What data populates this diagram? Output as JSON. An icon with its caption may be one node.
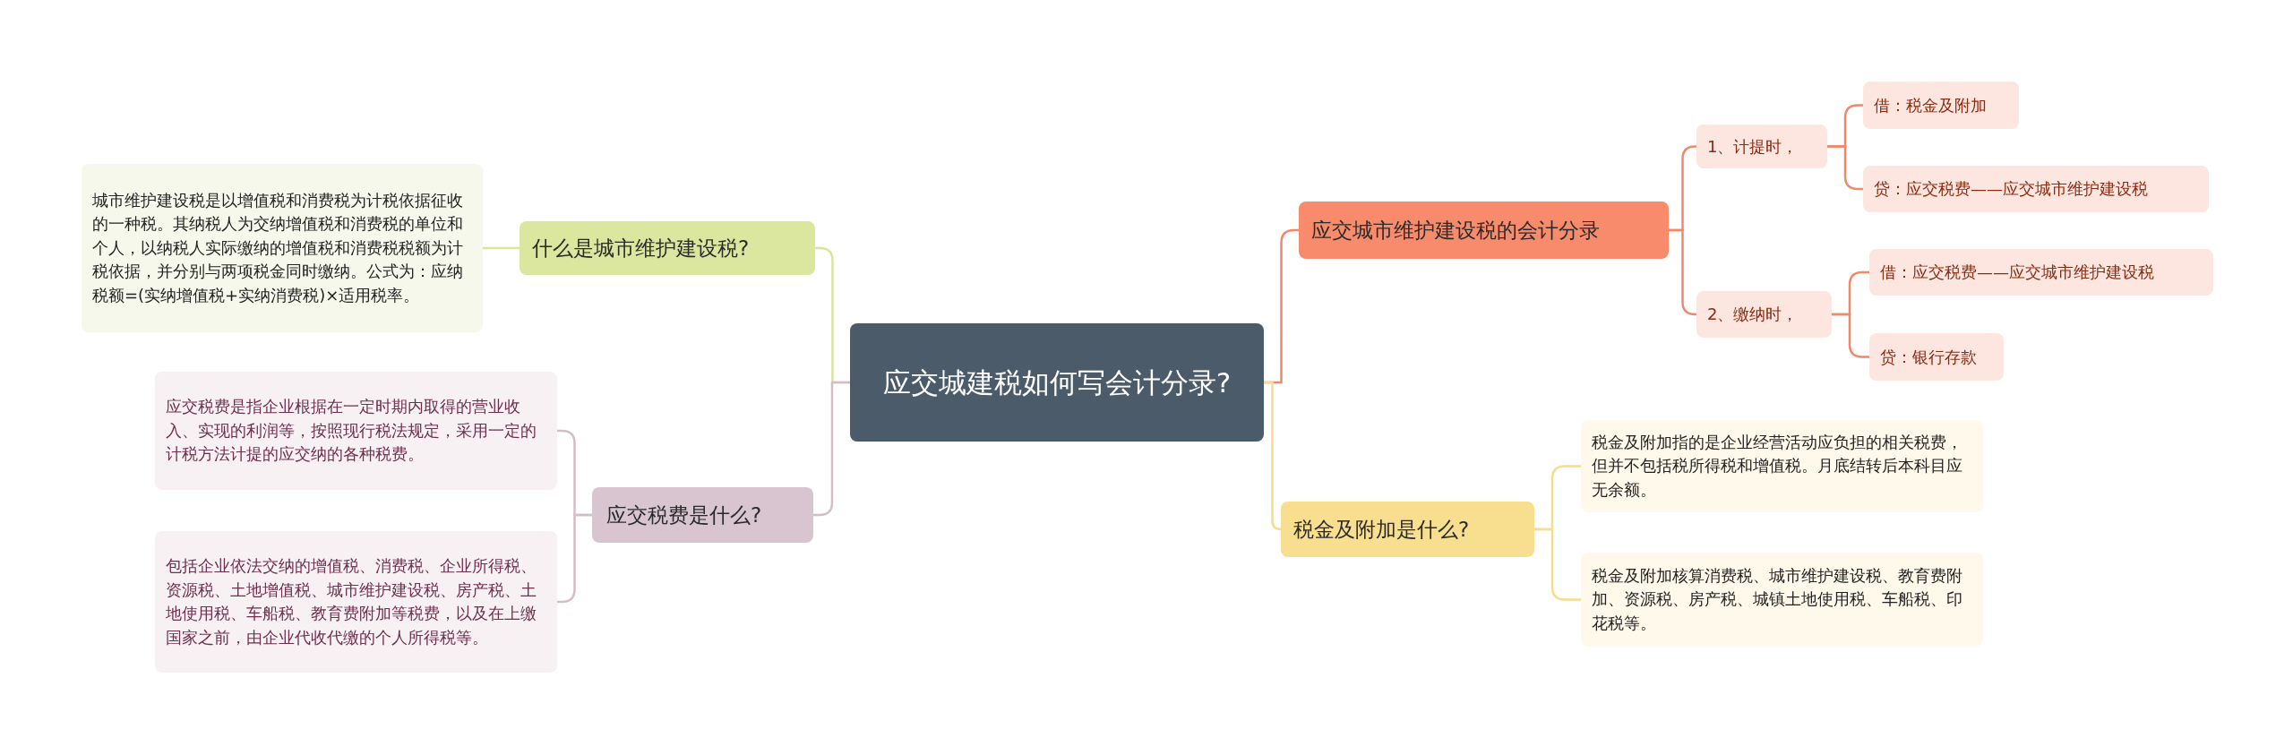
{
  "diagram": {
    "nodes": [
      {
        "text": [
          "应交城建税如何写会计分录?"
        ]
      },
      {
        "text": [
          "什么是城市维护建设税?"
        ]
      },
      {
        "text": [
          "城市维护建设税是以增值税和消费税为计税依据征收的一种税。其纳税人为交纳增值税和消费税的单位和个人，以纳税人实际缴纳的增值税和消费税税额为计税依据，并分别与两项税金同时缴纳。公式为：应纳税额=(实纳增值税+实纳消费税)×适用税率。"
        ]
      },
      {
        "text": [
          "应交税费是什么?"
        ]
      },
      {
        "text": [
          "应交税费是指企业根据在一定时期内取得的营业收入、实现的利润等，按照现行税法规定，采用一定的计税方法计提的应交纳的各种税费。"
        ]
      },
      {
        "text": [
          "包括企业依法交纳的增值税、消费税、企业所得税、资源税、土地增值税、城市维护建设税、房产税、土地使用税、车船税、教育费附加等税费，以及在上缴国家之前，由企业代收代缴的个人所得税等。"
        ]
      },
      {
        "text": [
          "应交城市维护建设税的会计分录"
        ]
      },
      {
        "text": [
          "1、计提时，"
        ]
      },
      {
        "text": [
          "借：税金及附加"
        ]
      },
      {
        "text": [
          "贷：应交税费——应交城市维护建设税"
        ]
      },
      {
        "text": [
          "2、缴纳时，"
        ]
      },
      {
        "text": [
          "借：应交税费——应交城市维护建设税"
        ]
      },
      {
        "text": [
          "贷：银行存款"
        ]
      },
      {
        "text": [
          "税金及附加是什么?"
        ]
      },
      {
        "text": [
          "税金及附加指的是企业经营活动应负担的相关税费，但并不包括税所得税和增值税。月底结转后本科目应无余额。"
        ]
      },
      {
        "text": [
          "税金及附加核算消费税、城市维护建设税、教育费附加、资源税、房产税、城镇土地使用税、车船税、印花税等。"
        ]
      }
    ],
    "edges": [
      {
        "from": 0,
        "to": 1,
        "arrow": "none",
        "color": "#d9e59f"
      },
      {
        "from": 1,
        "to": 2,
        "arrow": "none",
        "color": "#d9e59f"
      },
      {
        "from": 0,
        "to": 3,
        "arrow": "none",
        "color": "#d2bec8"
      },
      {
        "from": 3,
        "to": 4,
        "arrow": "none",
        "color": "#d2bec8"
      },
      {
        "from": 3,
        "to": 5,
        "arrow": "none",
        "color": "#d2bec8"
      },
      {
        "from": 0,
        "to": 6,
        "arrow": "none",
        "color": "#f0896b"
      },
      {
        "from": 6,
        "to": 7,
        "arrow": "none",
        "color": "#f0896b"
      },
      {
        "from": 7,
        "to": 8,
        "arrow": "none",
        "color": "#f0896b"
      },
      {
        "from": 7,
        "to": 9,
        "arrow": "none",
        "color": "#f0896b"
      },
      {
        "from": 6,
        "to": 10,
        "arrow": "none",
        "color": "#f0896b"
      },
      {
        "from": 10,
        "to": 11,
        "arrow": "none",
        "color": "#f0896b"
      },
      {
        "from": 10,
        "to": 12,
        "arrow": "none",
        "color": "#f0896b"
      },
      {
        "from": 0,
        "to": 13,
        "arrow": "none",
        "color": "#f6dc8c"
      },
      {
        "from": 13,
        "to": 14,
        "arrow": "none",
        "color": "#f6dc8c"
      },
      {
        "from": 13,
        "to": 15,
        "arrow": "none",
        "color": "#f6dc8c"
      }
    ]
  }
}
